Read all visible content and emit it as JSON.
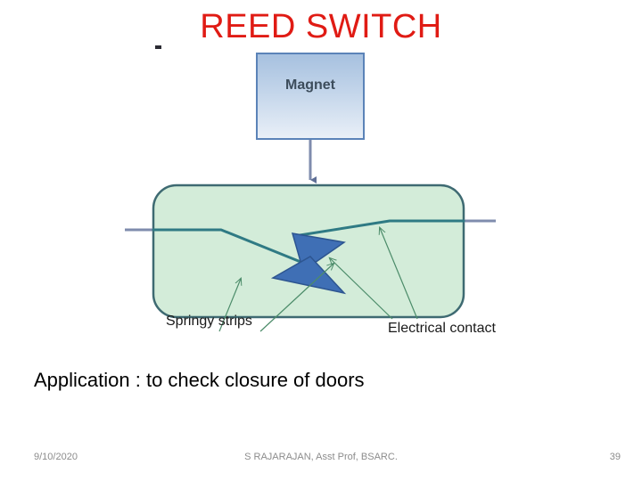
{
  "slide": {
    "title": "REED SWITCH",
    "title_color": "#e01b14",
    "application_text": "Application : to check closure of doors",
    "background_color": "#ffffff"
  },
  "diagram": {
    "name": "reed-switch-diagram",
    "magnet": {
      "label": "Magnet",
      "fill_top": "#a9c2e0",
      "fill_bottom": "#e8eef7",
      "border_color": "#5b83b8"
    },
    "arrow": {
      "name": "magnet-direction-arrow",
      "color": "#7784a6"
    },
    "switch_body": {
      "name": "glass-envelope",
      "fill": "#d3ecd9",
      "border_color": "#3e6a72"
    },
    "contacts": {
      "fill": "#3f6fb5",
      "border_color": "#2d5590"
    },
    "leads": {
      "color": "#7784a6",
      "strip_color": "#2f7a84"
    },
    "labels": [
      {
        "name": "springy-strips-label",
        "text": "Springy strips"
      },
      {
        "name": "electrical-contact-label",
        "text": "Electrical contact"
      }
    ]
  },
  "footer": {
    "date": "9/10/2020",
    "center": "S RAJARAJAN, Asst Prof, BSARC.",
    "page_number": "39",
    "color": "#8c8c8c"
  }
}
